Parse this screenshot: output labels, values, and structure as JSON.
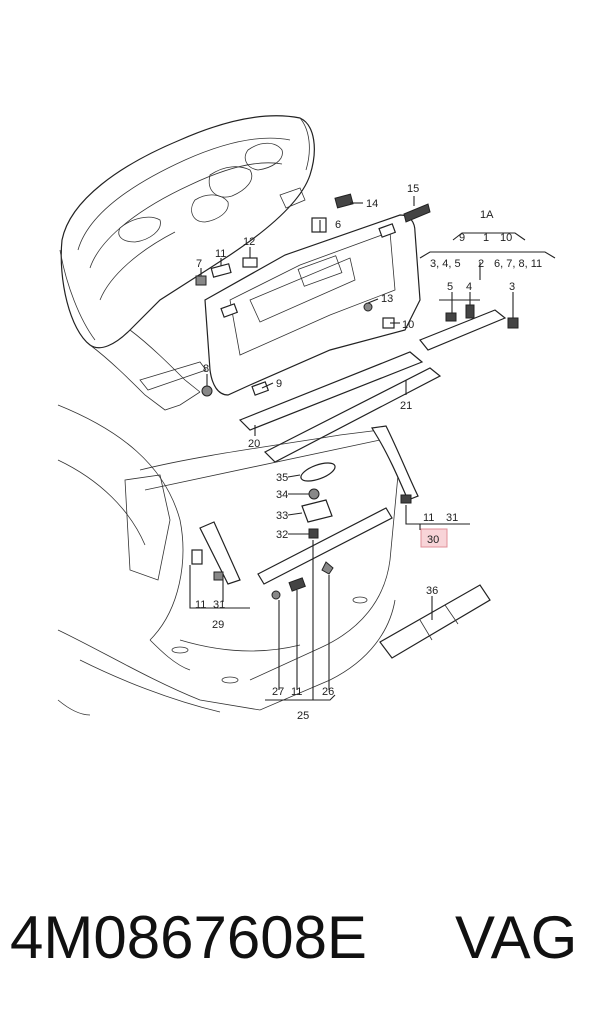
{
  "callouts": {
    "l1A": "1A",
    "l9": "9",
    "l1": "1",
    "l10a": "10",
    "l345": "3, 4, 5",
    "l2": "2",
    "l67811": "6, 7, 8, 11",
    "l5": "5",
    "l4": "4",
    "l3": "3",
    "l15": "15",
    "l14": "14",
    "l6": "6",
    "l12": "12",
    "l11a": "11",
    "l7": "7",
    "l13": "13",
    "l10b": "10",
    "l8": "8",
    "l9b": "9",
    "l21": "21",
    "l20": "20",
    "l35": "35",
    "l34": "34",
    "l33": "33",
    "l32": "32",
    "l11b": "11",
    "l31a": "31",
    "l30": "30",
    "l11c": "11",
    "l31b": "31",
    "l29": "29",
    "l36": "36",
    "l27": "27",
    "l11d": "11",
    "l26": "26",
    "l25": "25"
  },
  "footer": {
    "part_number": "4M0867608E",
    "brand": "VAG"
  },
  "colors": {
    "highlight_fill": "#f8d4d8",
    "highlight_stroke": "#e08f98"
  }
}
